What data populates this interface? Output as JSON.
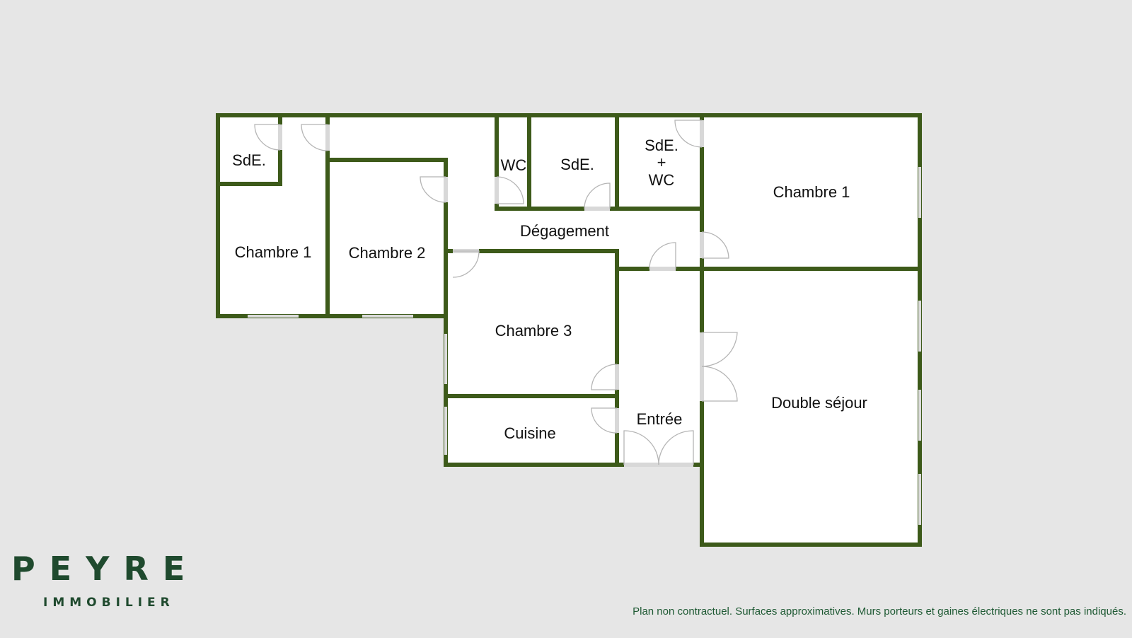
{
  "rooms": {
    "sde_left": "SdE.",
    "chambre1_left": "Chambre 1",
    "chambre2": "Chambre 2",
    "wc": "WC",
    "sde_mid": "SdE.",
    "sde_wc_line1": "SdE.",
    "sde_wc_line2": "+",
    "sde_wc_line3": "WC",
    "chambre1_right": "Chambre 1",
    "degagement": "Dégagement",
    "chambre3": "Chambre 3",
    "cuisine": "Cuisine",
    "entree": "Entrée",
    "double_sejour": "Double séjour"
  },
  "logo": {
    "main": "PEYRE",
    "sub": "IMMOBILIER"
  },
  "disclaimer": "Plan non contractuel. Surfaces approximatives. Murs porteurs et gaines électriques ne sont pas indiqués.",
  "colors": {
    "wall": "#3d5a1a",
    "brand": "#1f4a2e",
    "background": "#e6e6e6"
  }
}
